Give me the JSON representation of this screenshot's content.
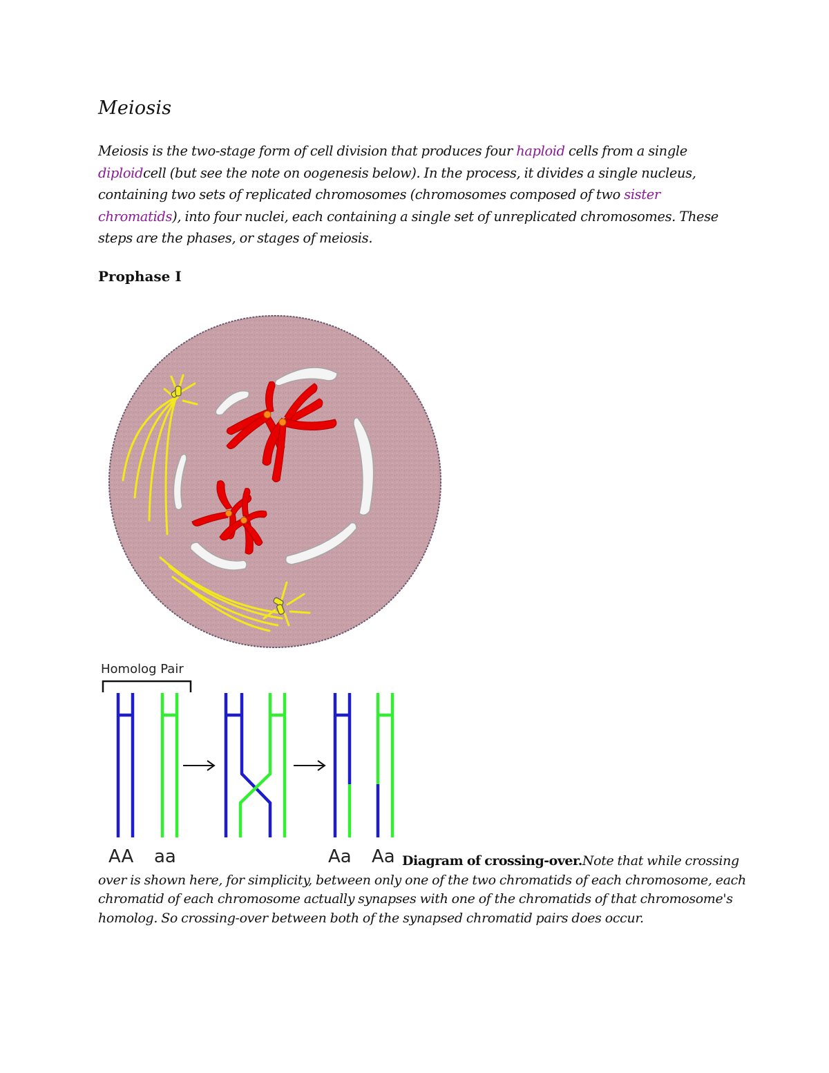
{
  "document": {
    "title": "Meiosis",
    "intro": {
      "t1": "Meiosis is the two-stage form of cell division that produces four ",
      "link_haploid": "haploid",
      "t2": " cells from a single ",
      "link_diploid": "diploid",
      "t3": "cell (but see the note on oogenesis below). In the process, it divides a single nucleus, containing two sets of replicated chromosomes (chromosomes composed of two ",
      "link_sister_chromatids": "sister chromatids",
      "t4": "), into four nuclei, each containing a single set of unreplicated chromosomes. These steps are the phases, or stages of meiosis."
    },
    "section_heading": "Prophase I",
    "crossing_over_figure": {
      "homolog_pair_label": "Homolog Pair",
      "allele_labels": [
        "AA",
        "aa",
        "Aa",
        "Aa"
      ],
      "blue_chromosome_color": "#1d1dcc",
      "green_chromosome_color": "#33ee33"
    },
    "cell_figure": {
      "cytoplasm_color": "#c8a0a8",
      "chromosome_color": "#e60000",
      "spindle_color": "#f2e81a"
    },
    "caption": {
      "bold": "Diagram of crossing-over.",
      "text": "Note that while crossing over is shown here, for simplicity, between only one of the two chromatids of each chromosome, each chromatid of each chromosome actually synapses with one of the chromatids of that chromosome's homolog. So crossing-over between both of the synapsed chromatid pairs does occur."
    }
  }
}
